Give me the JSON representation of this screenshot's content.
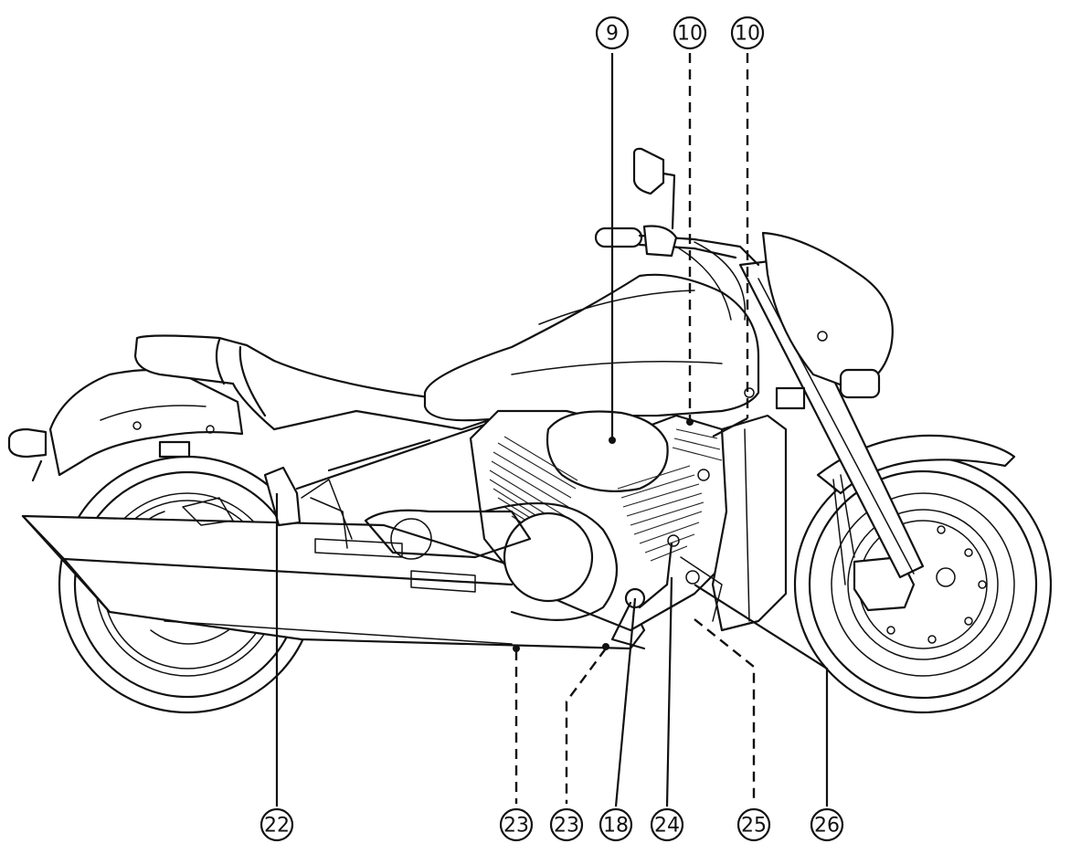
{
  "callouts": {
    "c9": "9",
    "c10a": "10",
    "c10b": "10",
    "c22": "22",
    "c23a": "23",
    "c23b": "23",
    "c18": "18",
    "c24": "24",
    "c25": "25",
    "c26": "26"
  },
  "colors": {
    "line": "#111111",
    "background": "#ffffff"
  }
}
